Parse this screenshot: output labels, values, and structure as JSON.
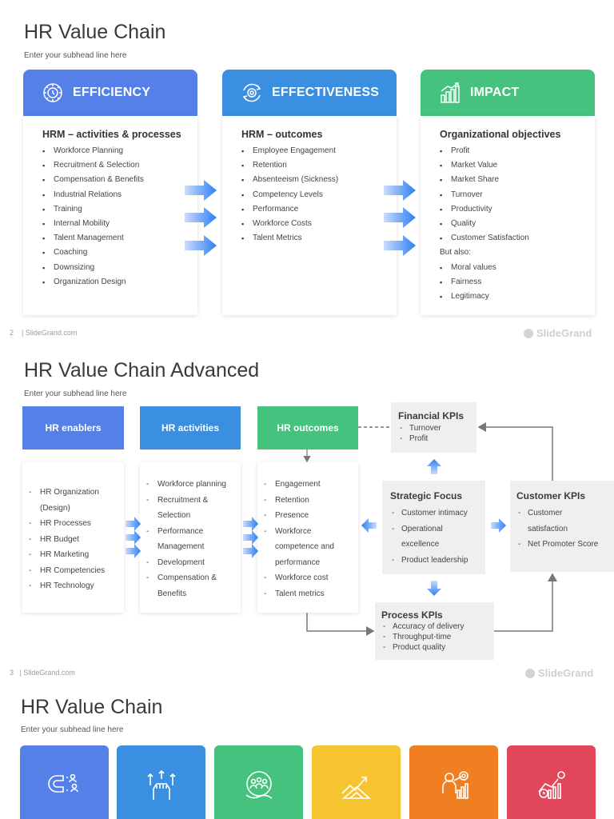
{
  "slide1": {
    "title": "HR Value Chain",
    "subhead": "Enter your subhead line here",
    "page_number": "2",
    "footer_url": "| SlideGrand.com",
    "brand": "SlideGrand",
    "columns": [
      {
        "header": "EFFICIENCY",
        "icon": "gear-clock-icon",
        "color": "#5480e8",
        "title": "HRM – activities & processes",
        "items": [
          "Workforce Planning",
          "Recruitment & Selection",
          "Compensation & Benefits",
          "Industrial Relations",
          "Training",
          "Internal Mobility",
          "Talent Management",
          "Coaching",
          "Downsizing",
          "Organization Design"
        ]
      },
      {
        "header": "EFFECTIVENESS",
        "icon": "cycle-gear-icon",
        "color": "#3b8fe0",
        "title": "HRM – outcomes",
        "items": [
          "Employee Engagement",
          "Retention",
          "Absenteeism (Sickness)",
          "Competency Levels",
          "Performance",
          "Workforce Costs",
          "Talent Metrics"
        ]
      },
      {
        "header": "IMPACT",
        "icon": "bar-growth-icon",
        "color": "#45c27e",
        "title": "Organizational objectives",
        "items": [
          "Profit",
          "Market Value",
          "Market Share",
          "Turnover",
          "Productivity",
          "Quality",
          "Customer Satisfaction"
        ],
        "but_also_label": "But also:",
        "extra_items": [
          "Moral values",
          "Fairness",
          "Legitimacy"
        ]
      }
    ]
  },
  "slide2": {
    "title": "HR Value Chain Advanced",
    "subhead": "Enter your subhead line here",
    "page_number": "3",
    "footer_url": "| SlideGrand.com",
    "brand": "SlideGrand",
    "headers": {
      "enablers": "HR enablers",
      "activities": "HR activities",
      "outcomes": "HR outcomes"
    },
    "enablers_items": [
      "HR Organization (Design)",
      "HR Processes",
      "HR Budget",
      "HR Marketing",
      "HR Competencies",
      "HR Technology"
    ],
    "activities_items": [
      "Workforce planning",
      "Recruitment & Selection",
      "Performance Management",
      "Development",
      "Compensation & Benefits"
    ],
    "outcomes_items": [
      "Engagement",
      "Retention",
      "Presence",
      "Workforce competence and performance",
      "Workforce cost",
      "Talent metrics"
    ],
    "financial_kpis": {
      "title": "Financial KPIs",
      "items": [
        "Turnover",
        "Profit"
      ]
    },
    "strategic_focus": {
      "title": "Strategic Focus",
      "items": [
        "Customer intimacy",
        "Operational excellence",
        "Product leadership"
      ]
    },
    "customer_kpis": {
      "title": "Customer KPIs",
      "items": [
        "Customer satisfaction",
        "Net Promoter Score"
      ]
    },
    "process_kpis": {
      "title": "Process KPIs",
      "items": [
        "Accuracy of delivery",
        "Throughput-time",
        "Product quality"
      ]
    }
  },
  "slide3": {
    "title": "HR Value Chain",
    "subhead": "Enter your subhead line here",
    "tiles": [
      {
        "color": "#5480e8",
        "icon": "magnet-people-icon"
      },
      {
        "color": "#3b8fe0",
        "icon": "hand-arrows-icon"
      },
      {
        "color": "#45c27e",
        "icon": "team-circle-icon"
      },
      {
        "color": "#f6c331",
        "icon": "growth-chart-icon"
      },
      {
        "color": "#f07f22",
        "icon": "person-target-icon"
      },
      {
        "color": "#e2465b",
        "icon": "analytics-icon"
      }
    ]
  }
}
